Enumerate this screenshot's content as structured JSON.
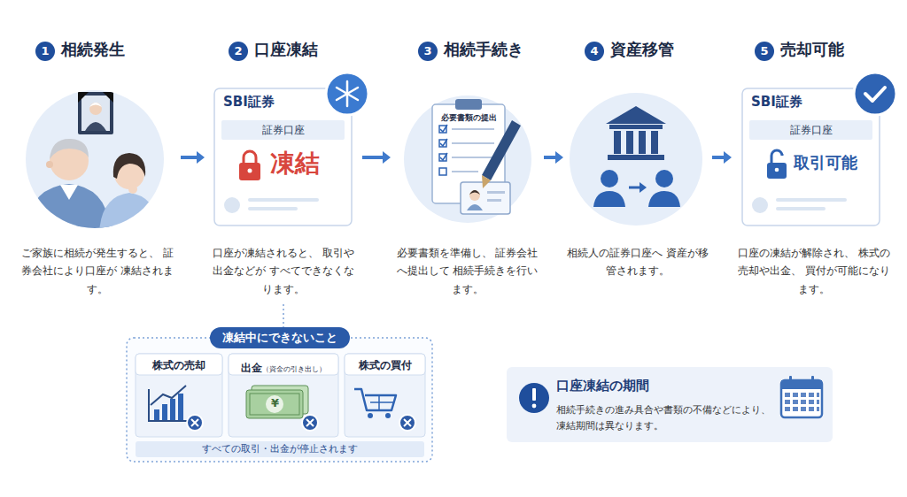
{
  "diagram": {
    "nodes": [
      {
        "text": [
          "1",
          "相続発生",
          "ご家族に相続が発生すると、 証券会社により口座が 凍結されます。"
        ]
      },
      {
        "text": [
          "2",
          "口座凍結",
          "口座が凍結されると、 取引や出金などが すべてできなくなります。"
        ]
      },
      {
        "text": [
          "SBI証券",
          "証券口座",
          "凍結"
        ],
        "in": 1
      },
      {
        "text": [
          "3",
          "相続手続き",
          "必要書類を準備し、 証券会社へ提出して 相続手続きを行います。"
        ]
      },
      {
        "text": [
          "必要書類の提出"
        ],
        "in": 3
      },
      {
        "text": [
          "4",
          "資産移管",
          "相続人の証券口座へ 資産が移管されます。"
        ]
      },
      {
        "text": [
          "5",
          "売却可能",
          "口座の凍結が解除され、 株式の売却や出金、 買付が可能になります。"
        ]
      },
      {
        "text": [
          "SBI証券",
          "証券口座",
          "取引可能"
        ],
        "in": 6
      },
      {
        "text": [
          "凍結中にできないこと",
          "すべての取引・出金が停止されます"
        ]
      },
      {
        "text": [
          "株式の売却"
        ],
        "in": 8
      },
      {
        "text": [
          "出金",
          "（資金の引き出し）"
        ],
        "in": 8
      },
      {
        "text": [
          "株式の買付"
        ],
        "in": 8
      },
      {
        "text": [
          "口座凍結の期間",
          "相続手続きの進み具合や書類の不備などにより、 凍結期間は異なります。"
        ]
      }
    ],
    "edges": [
      {
        "from": 0,
        "to": 1,
        "arrow": "to"
      },
      {
        "from": 1,
        "to": 3,
        "arrow": "to"
      },
      {
        "from": 3,
        "to": 5,
        "arrow": "to"
      },
      {
        "from": 5,
        "to": 6,
        "arrow": "to"
      },
      {
        "from": 1,
        "to": 8,
        "arrow": "none"
      }
    ],
    "labels": [
      "¥"
    ]
  }
}
